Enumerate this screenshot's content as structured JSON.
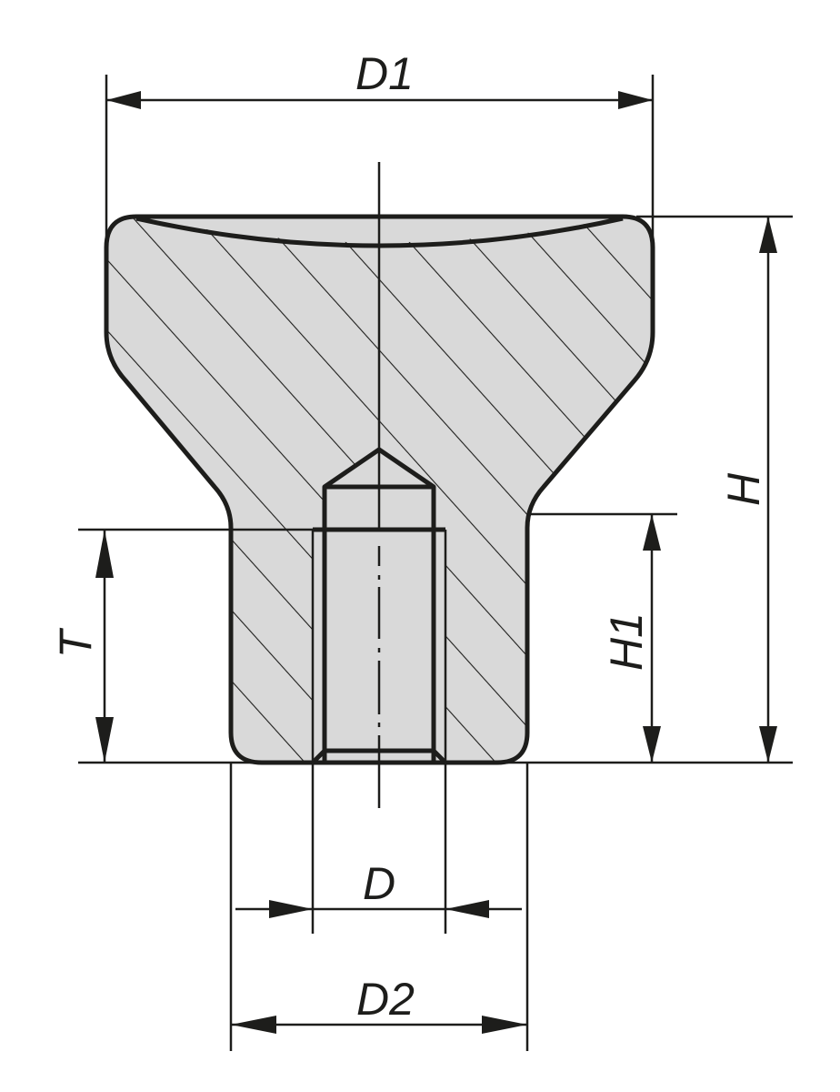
{
  "drawing": {
    "type": "technical cross-section drawing",
    "part": "knob with threaded blind hole",
    "colors": {
      "line": "#1d1d1b",
      "section_fill": "#d9d9d9",
      "background": "#ffffff"
    },
    "dimensions": {
      "d1": "D1",
      "h": "H",
      "h1": "H1",
      "t": "T",
      "d": "D",
      "d2": "D2"
    }
  }
}
